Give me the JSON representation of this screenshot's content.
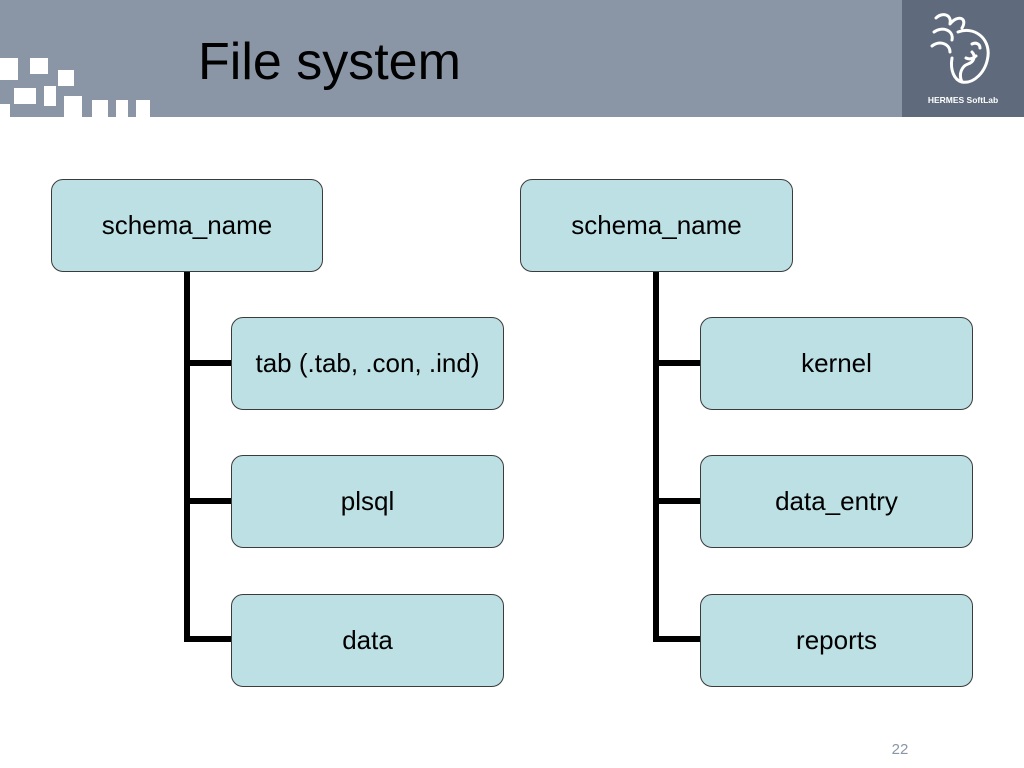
{
  "slide": {
    "title": "File system",
    "brand": "HERMES SoftLab",
    "page_number": "22",
    "colors": {
      "header_band": "#8a96a6",
      "brand_panel": "#5f6b7c",
      "node_fill": "#bce0e4",
      "connector": "#000000"
    },
    "logo_icon": "hermes-winged-head-logo"
  },
  "diagram": {
    "trees": [
      {
        "root": "schema_name",
        "children": [
          "tab (.tab, .con, .ind)",
          "plsql",
          "data"
        ]
      },
      {
        "root": "schema_name",
        "children": [
          "kernel",
          "data_entry",
          "reports"
        ]
      }
    ]
  }
}
